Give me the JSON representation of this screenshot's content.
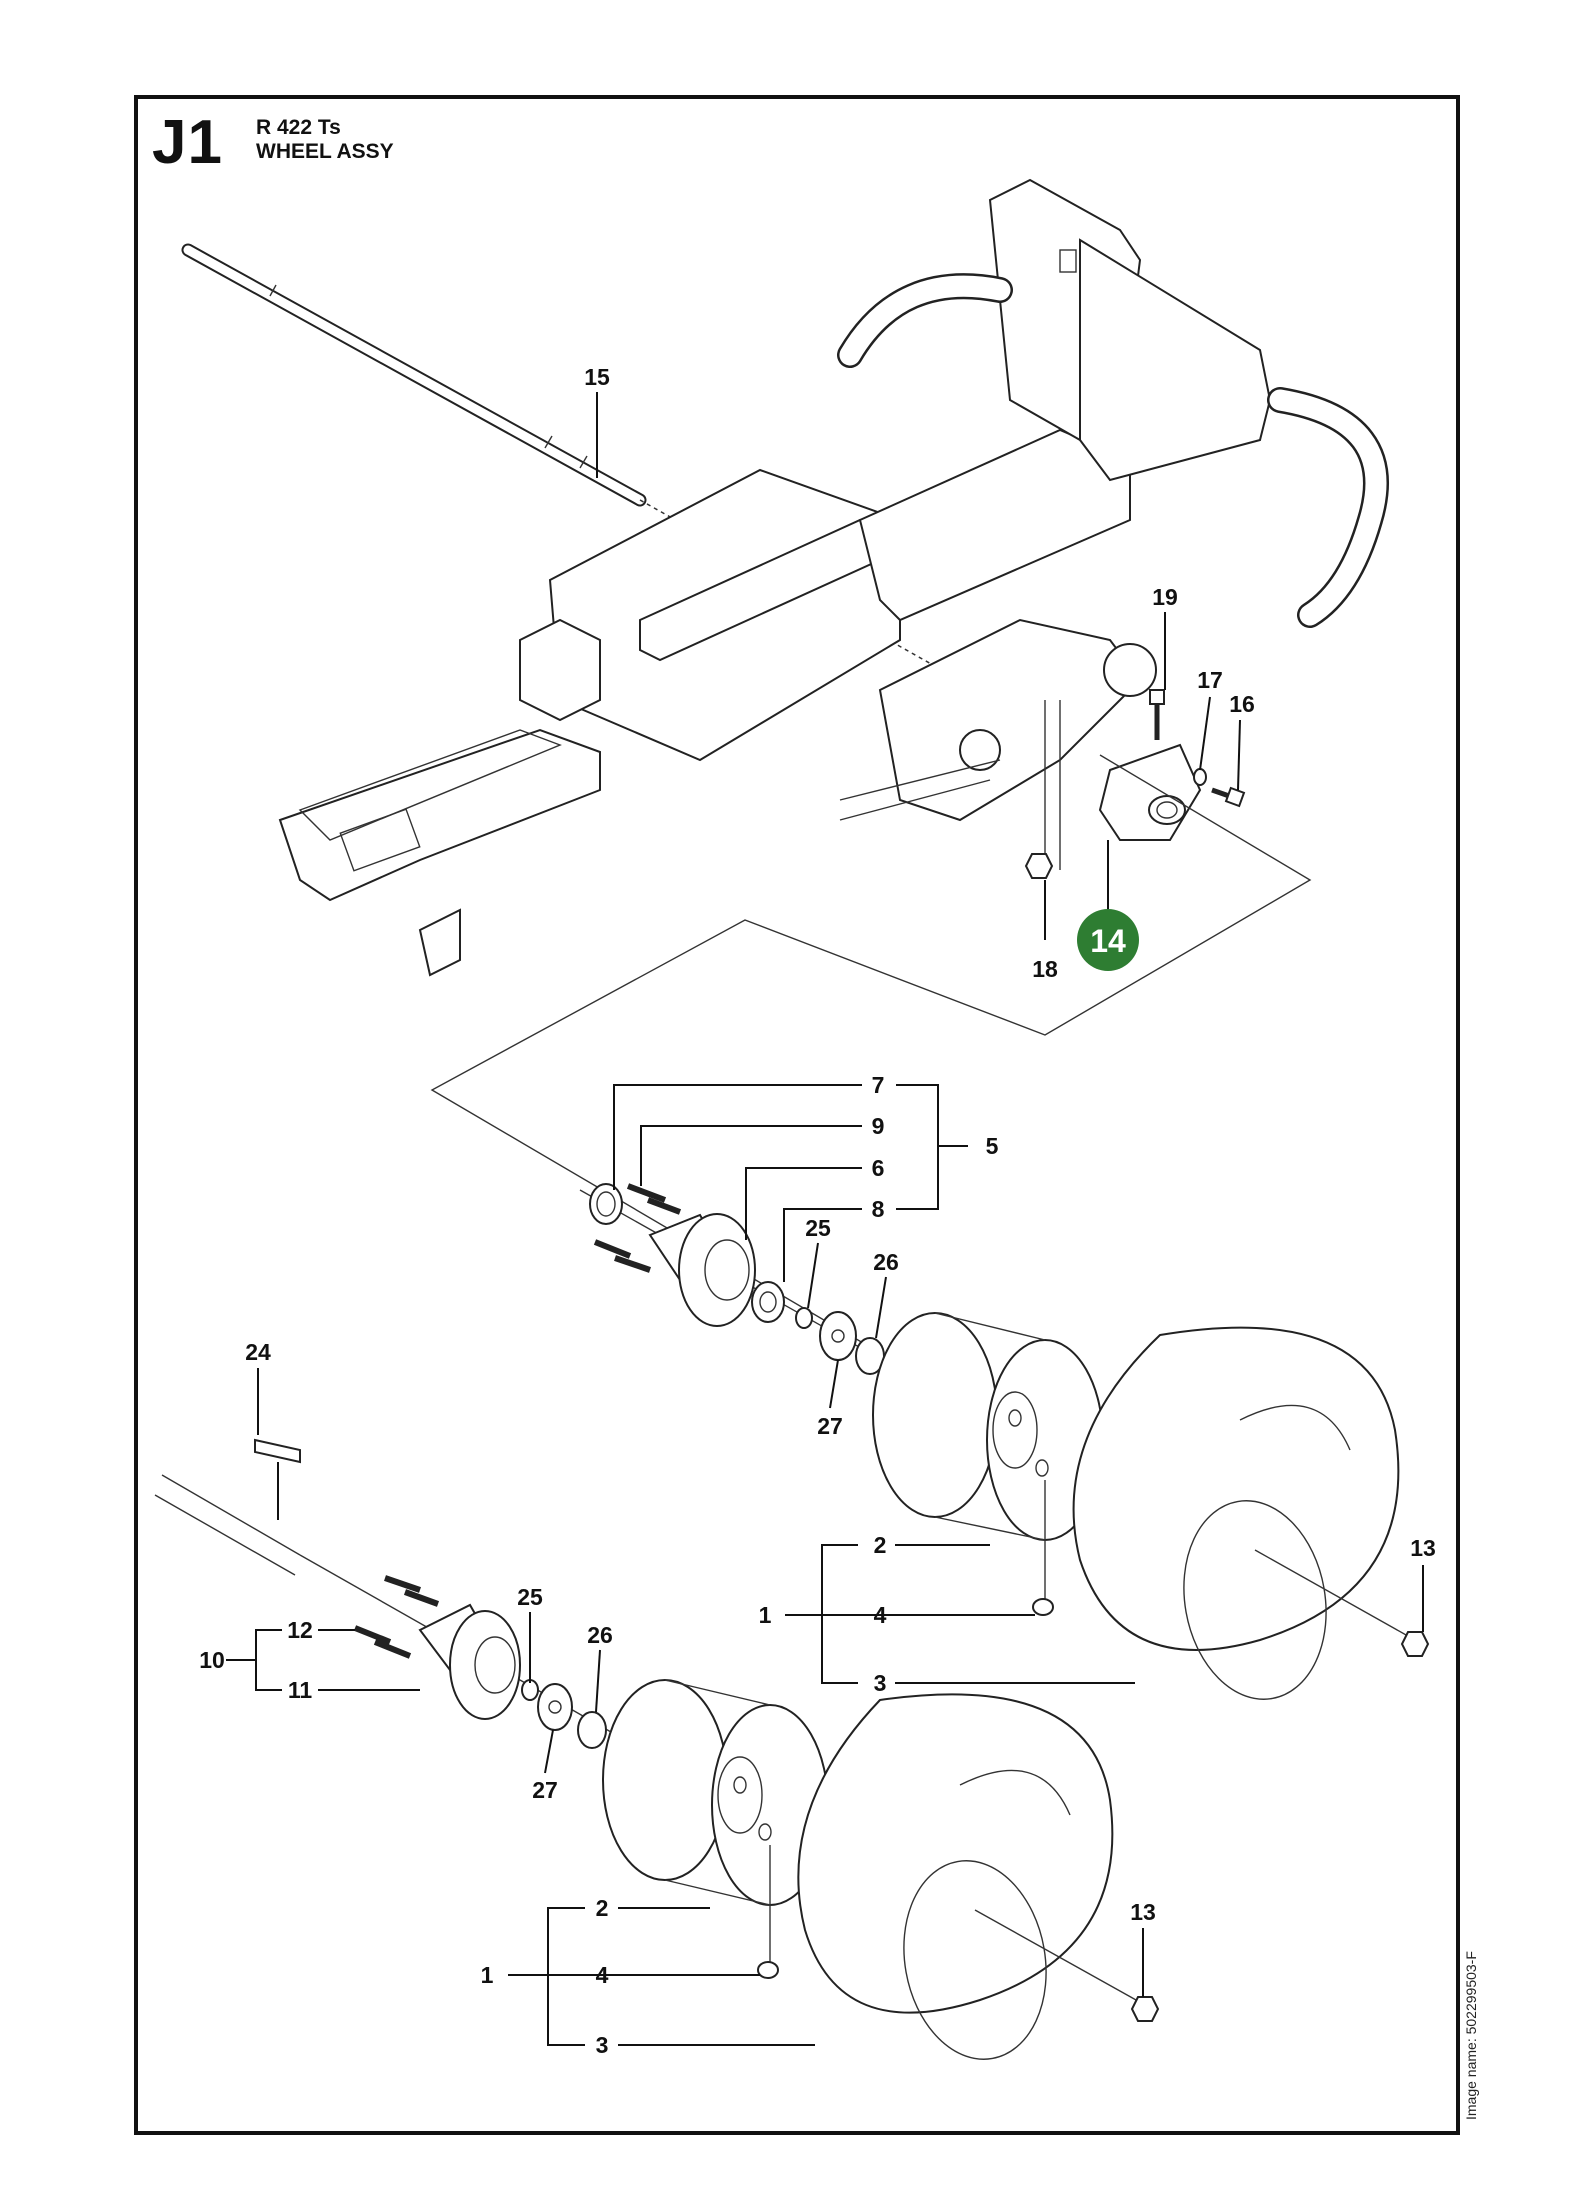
{
  "header": {
    "page_code": "J1",
    "model": "R 422 Ts",
    "title": "WHEEL ASSY"
  },
  "image_name": "Image name: 502299503-F",
  "highlight_color": "#2e7d32",
  "callouts": {
    "frame_area": {
      "c15": "15",
      "c19": "19",
      "c17": "17",
      "c16": "16",
      "c18": "18",
      "c14": "14"
    },
    "upper_hub": {
      "c7": "7",
      "c9": "9",
      "c6": "6",
      "c8": "8",
      "c5": "5",
      "c25": "25",
      "c26": "26",
      "c27": "27"
    },
    "upper_wheel": {
      "c2": "2",
      "c1": "1",
      "c4": "4",
      "c3": "3",
      "c13": "13"
    },
    "lower_hub": {
      "c24": "24",
      "c12": "12",
      "c10": "10",
      "c11": "11",
      "c25": "25",
      "c26": "26",
      "c27": "27"
    },
    "lower_wheel": {
      "c2": "2",
      "c1": "1",
      "c4": "4",
      "c3": "3",
      "c13": "13"
    }
  }
}
